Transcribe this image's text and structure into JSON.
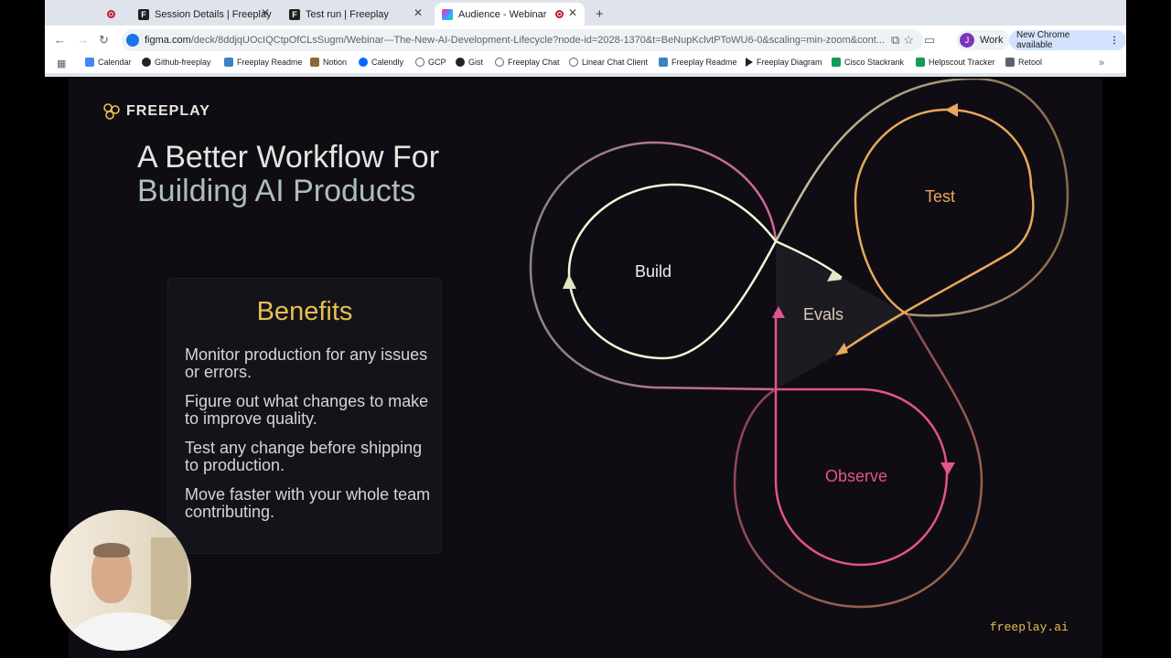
{
  "tabs": [
    {
      "label": "Session Details | Freeplay",
      "favicon": "F"
    },
    {
      "label": "Test run | Freeplay",
      "favicon": "F"
    },
    {
      "label": "Audience - Webinar - The",
      "favicon": "figma"
    }
  ],
  "new_tab": "+",
  "address": {
    "host": "figma.com",
    "path": "/deck/8ddjqUOcIQCtpOfCLsSugm/Webinar---The-New-AI-Development-Lifecycle?node-id=2028-1370&t=BeNupKclvtPToWU6-0&scaling=min-zoom&cont..."
  },
  "profile": {
    "initial": "J",
    "label": "Work"
  },
  "update_label": "New Chrome available",
  "bookmarks": [
    {
      "label": "Calendar",
      "color": "#4285f4"
    },
    {
      "label": "Github-freeplay",
      "color": "#222222"
    },
    {
      "label": "Freeplay Readme",
      "color": "#3b82c4"
    },
    {
      "label": "Notion",
      "color": "#8a6a3a"
    },
    {
      "label": "Calendly",
      "color": "#006bff"
    },
    {
      "label": "GCP",
      "color": "#5f6368"
    },
    {
      "label": "Gist",
      "color": "#222222"
    },
    {
      "label": "Freeplay Chat",
      "color": "#5f6368"
    },
    {
      "label": "Linear Chat Client",
      "color": "#5f6368"
    },
    {
      "label": "Freeplay Readme",
      "color": "#3b82c4"
    },
    {
      "label": "Freeplay Diagram",
      "color": "#222222"
    },
    {
      "label": "Cisco Stackrank",
      "color": "#0f9d58"
    },
    {
      "label": "Helpscout Tracker",
      "color": "#0f9d58"
    },
    {
      "label": "Retool",
      "color": "#5f6368"
    }
  ],
  "slide": {
    "brand": "FREEPLAY",
    "title_line1": "A Better Workflow For",
    "title_line2": "Building AI Products",
    "benefits_heading": "Benefits",
    "benefits": [
      "Monitor production for any issues or errors.",
      "Figure out what changes to make to improve quality.",
      "Test any change before shipping to production.",
      "Move faster with your whole team contributing."
    ],
    "diagram": {
      "build": "Build",
      "test": "Test",
      "evals": "Evals",
      "observe": "Observe"
    },
    "url": "freeplay.ai"
  },
  "colors": {
    "build": "#eef7d8",
    "test": "#e9a85b",
    "observe": "#e2548d",
    "benefits_heading": "#e8c04f",
    "slide_bg": "#0f0d13"
  }
}
